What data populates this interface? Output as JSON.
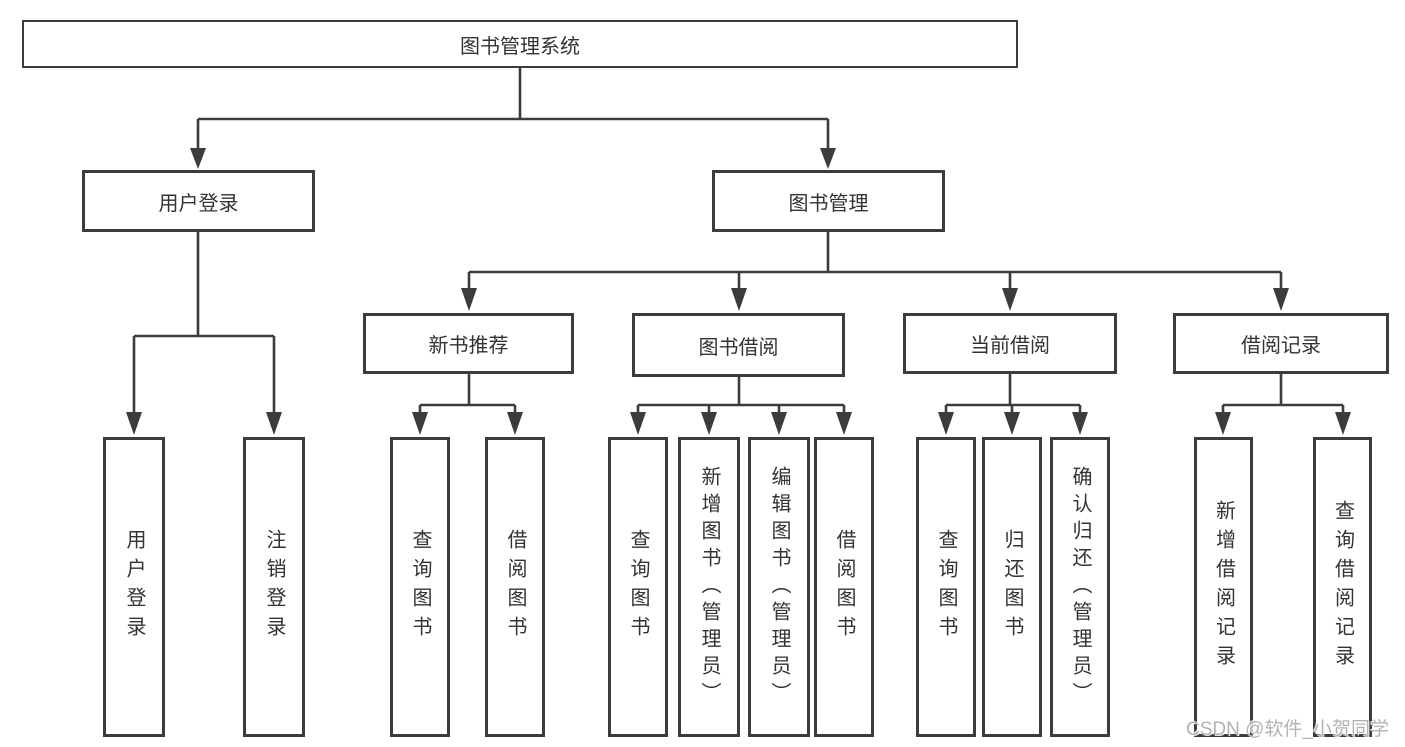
{
  "tree": {
    "root": {
      "label": "图书管理系统"
    },
    "level2": [
      {
        "label": "用户登录",
        "leaves": [
          {
            "label": "用户登录"
          },
          {
            "label": "注销登录"
          }
        ]
      },
      {
        "label": "图书管理",
        "children": [
          {
            "label": "新书推荐",
            "leaves": [
              {
                "label": "查询图书"
              },
              {
                "label": "借阅图书"
              }
            ]
          },
          {
            "label": "图书借阅",
            "leaves": [
              {
                "label": "查询图书"
              },
              {
                "label": "新增图书（管理员）"
              },
              {
                "label": "编辑图书（管理员）"
              },
              {
                "label": "借阅图书"
              }
            ]
          },
          {
            "label": "当前借阅",
            "leaves": [
              {
                "label": "查询图书"
              },
              {
                "label": "归还图书"
              },
              {
                "label": "确认归还（管理员）"
              }
            ]
          },
          {
            "label": "借阅记录",
            "leaves": [
              {
                "label": "新增借阅记录"
              },
              {
                "label": "查询借阅记录"
              }
            ]
          }
        ]
      }
    ]
  },
  "watermark": "CSDN @软件_小贺同学",
  "colors": {
    "line": "#3c3c3c",
    "box_border": "#3c3c3c",
    "text": "#333333",
    "background": "#ffffff",
    "watermark": "#b3b3b3"
  }
}
